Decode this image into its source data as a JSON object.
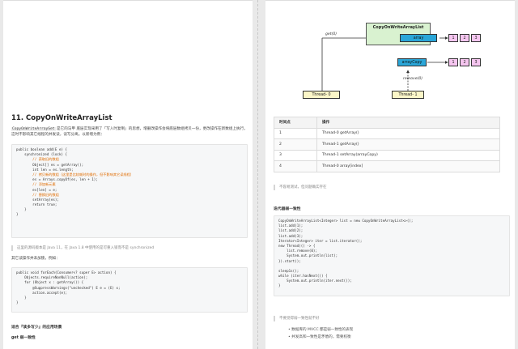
{
  "left": {
    "heading": "11. CopyOnWriteArrayList",
    "intro_code": "CopyOnWriteArraySet",
    "intro_text": " 是它的马甲 底层实现采用了「写入时复制」的思想，增删改操作会将底层数组拷贝一份，更改操作在新数组上执行，这时不影响其它线程的并发读，读写分离。以新增为例：",
    "code1": [
      "public boolean add(E e) {",
      "    synchronized (lock) {",
      "        // 获取旧的数组",
      "        Object[] es = getArray();",
      "        int len = es.length;",
      "        // 拷贝新的数组（这里是比较耗时的操作，但不影响其它读线程）",
      "        es = Arrays.copyOf(es, len + 1);",
      "        // 添加新元素",
      "        es[len] = e;",
      "        // 替换旧的数组",
      "        setArray(es);",
      "        return true;",
      "    }",
      "}"
    ],
    "quote1": "这里的源码版本是 Java 11，在 Java 1.8 中使用的是可重入锁而不是 synchronized",
    "para2": "其它读操作并未加锁，例如：",
    "code2": [
      "public void forEach(Consumer<? super E> action) {",
      "    Objects.requireNonNull(action);",
      "    for (Object x : getArray()) {",
      "        @SuppressWarnings(\"unchecked\") E e = (E) x;",
      "        action.accept(e);",
      "    }",
      "}"
    ],
    "para3": "适合『读多写少』的应用场景",
    "bold1": "get 弱一致性"
  },
  "right": {
    "diagram": {
      "cow_title": "CopyOnWriteArrayList",
      "array_label": "array",
      "array_cells": [
        "1",
        "2",
        "3"
      ],
      "arraycopy_label": "arrayCopy",
      "copy_cells": [
        "1",
        "2",
        "3"
      ],
      "get_label": "get(0)",
      "remove_label": "remove(0)",
      "thread0": "Thread- 0",
      "thread1": "Thread- 1"
    },
    "table": {
      "headers": [
        "时间点",
        "操作"
      ],
      "rows": [
        [
          "1",
          "Thread-0 getArray()"
        ],
        [
          "2",
          "Thread-1 getArray()"
        ],
        [
          "3",
          "Thread-1 setArray(arrayCopy)"
        ],
        [
          "4",
          "Thread-0 array[index]"
        ]
      ]
    },
    "quote2": "不容易测试，但问题确实存在",
    "bold2": "迭代器弱一致性",
    "code3": [
      "CopyOnWriteArrayList<Integer> list = new CopyOnWriteArrayList<>();",
      "list.add(1);",
      "list.add(2);",
      "list.add(3);",
      "Iterator<Integer> iter = list.iterator();",
      "new Thread(() -> {",
      "    list.remove(0);",
      "    System.out.println(list);",
      "}).start();",
      "",
      "sleep1s();",
      "while (iter.hasNext()) {",
      "    System.out.println(iter.next());",
      "}"
    ],
    "quote3": "不要觉得弱一致性就不好",
    "bullets": [
      "数据库的 MVCC 都是弱一致性的表现",
      "并发高和一致性是矛盾的，需要权衡"
    ]
  }
}
